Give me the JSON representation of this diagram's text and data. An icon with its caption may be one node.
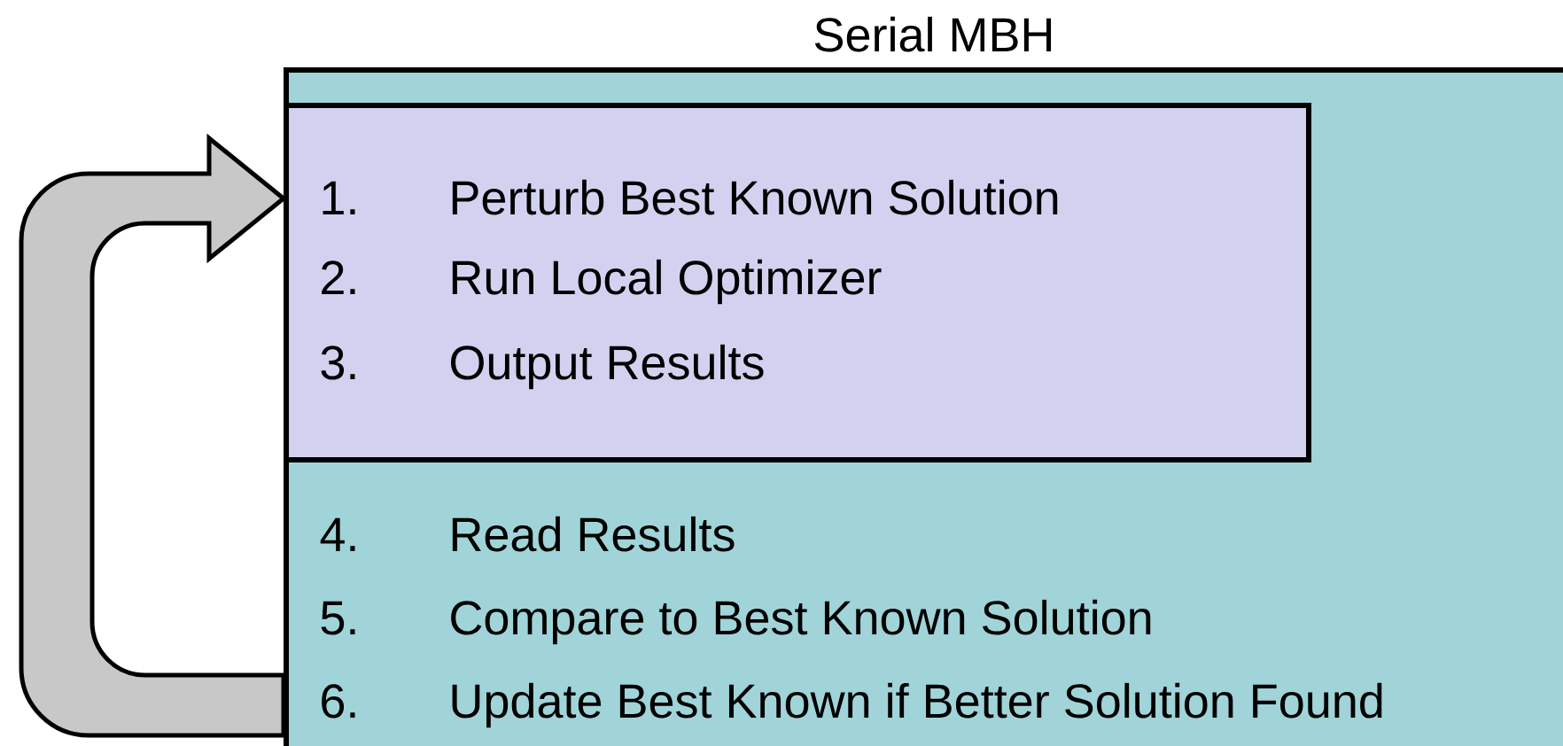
{
  "diagram": {
    "nodes": [
      {
        "text": [
          "Serial MBH",
          "4.",
          "Read Results",
          "5.",
          "Compare to Best Known Solution",
          "6.",
          "Update Best Known if Better Solution Found"
        ]
      },
      {
        "text": [
          "1.",
          "Perturb Best Known Solution",
          "2.",
          "Run Local Optimizer",
          "3.",
          "Output Results"
        ],
        "in": 0
      }
    ],
    "edges": [
      {
        "from": 0,
        "to": 1,
        "arrow": "to",
        "style": "thick",
        "color": "#c8c8c8"
      }
    ]
  }
}
